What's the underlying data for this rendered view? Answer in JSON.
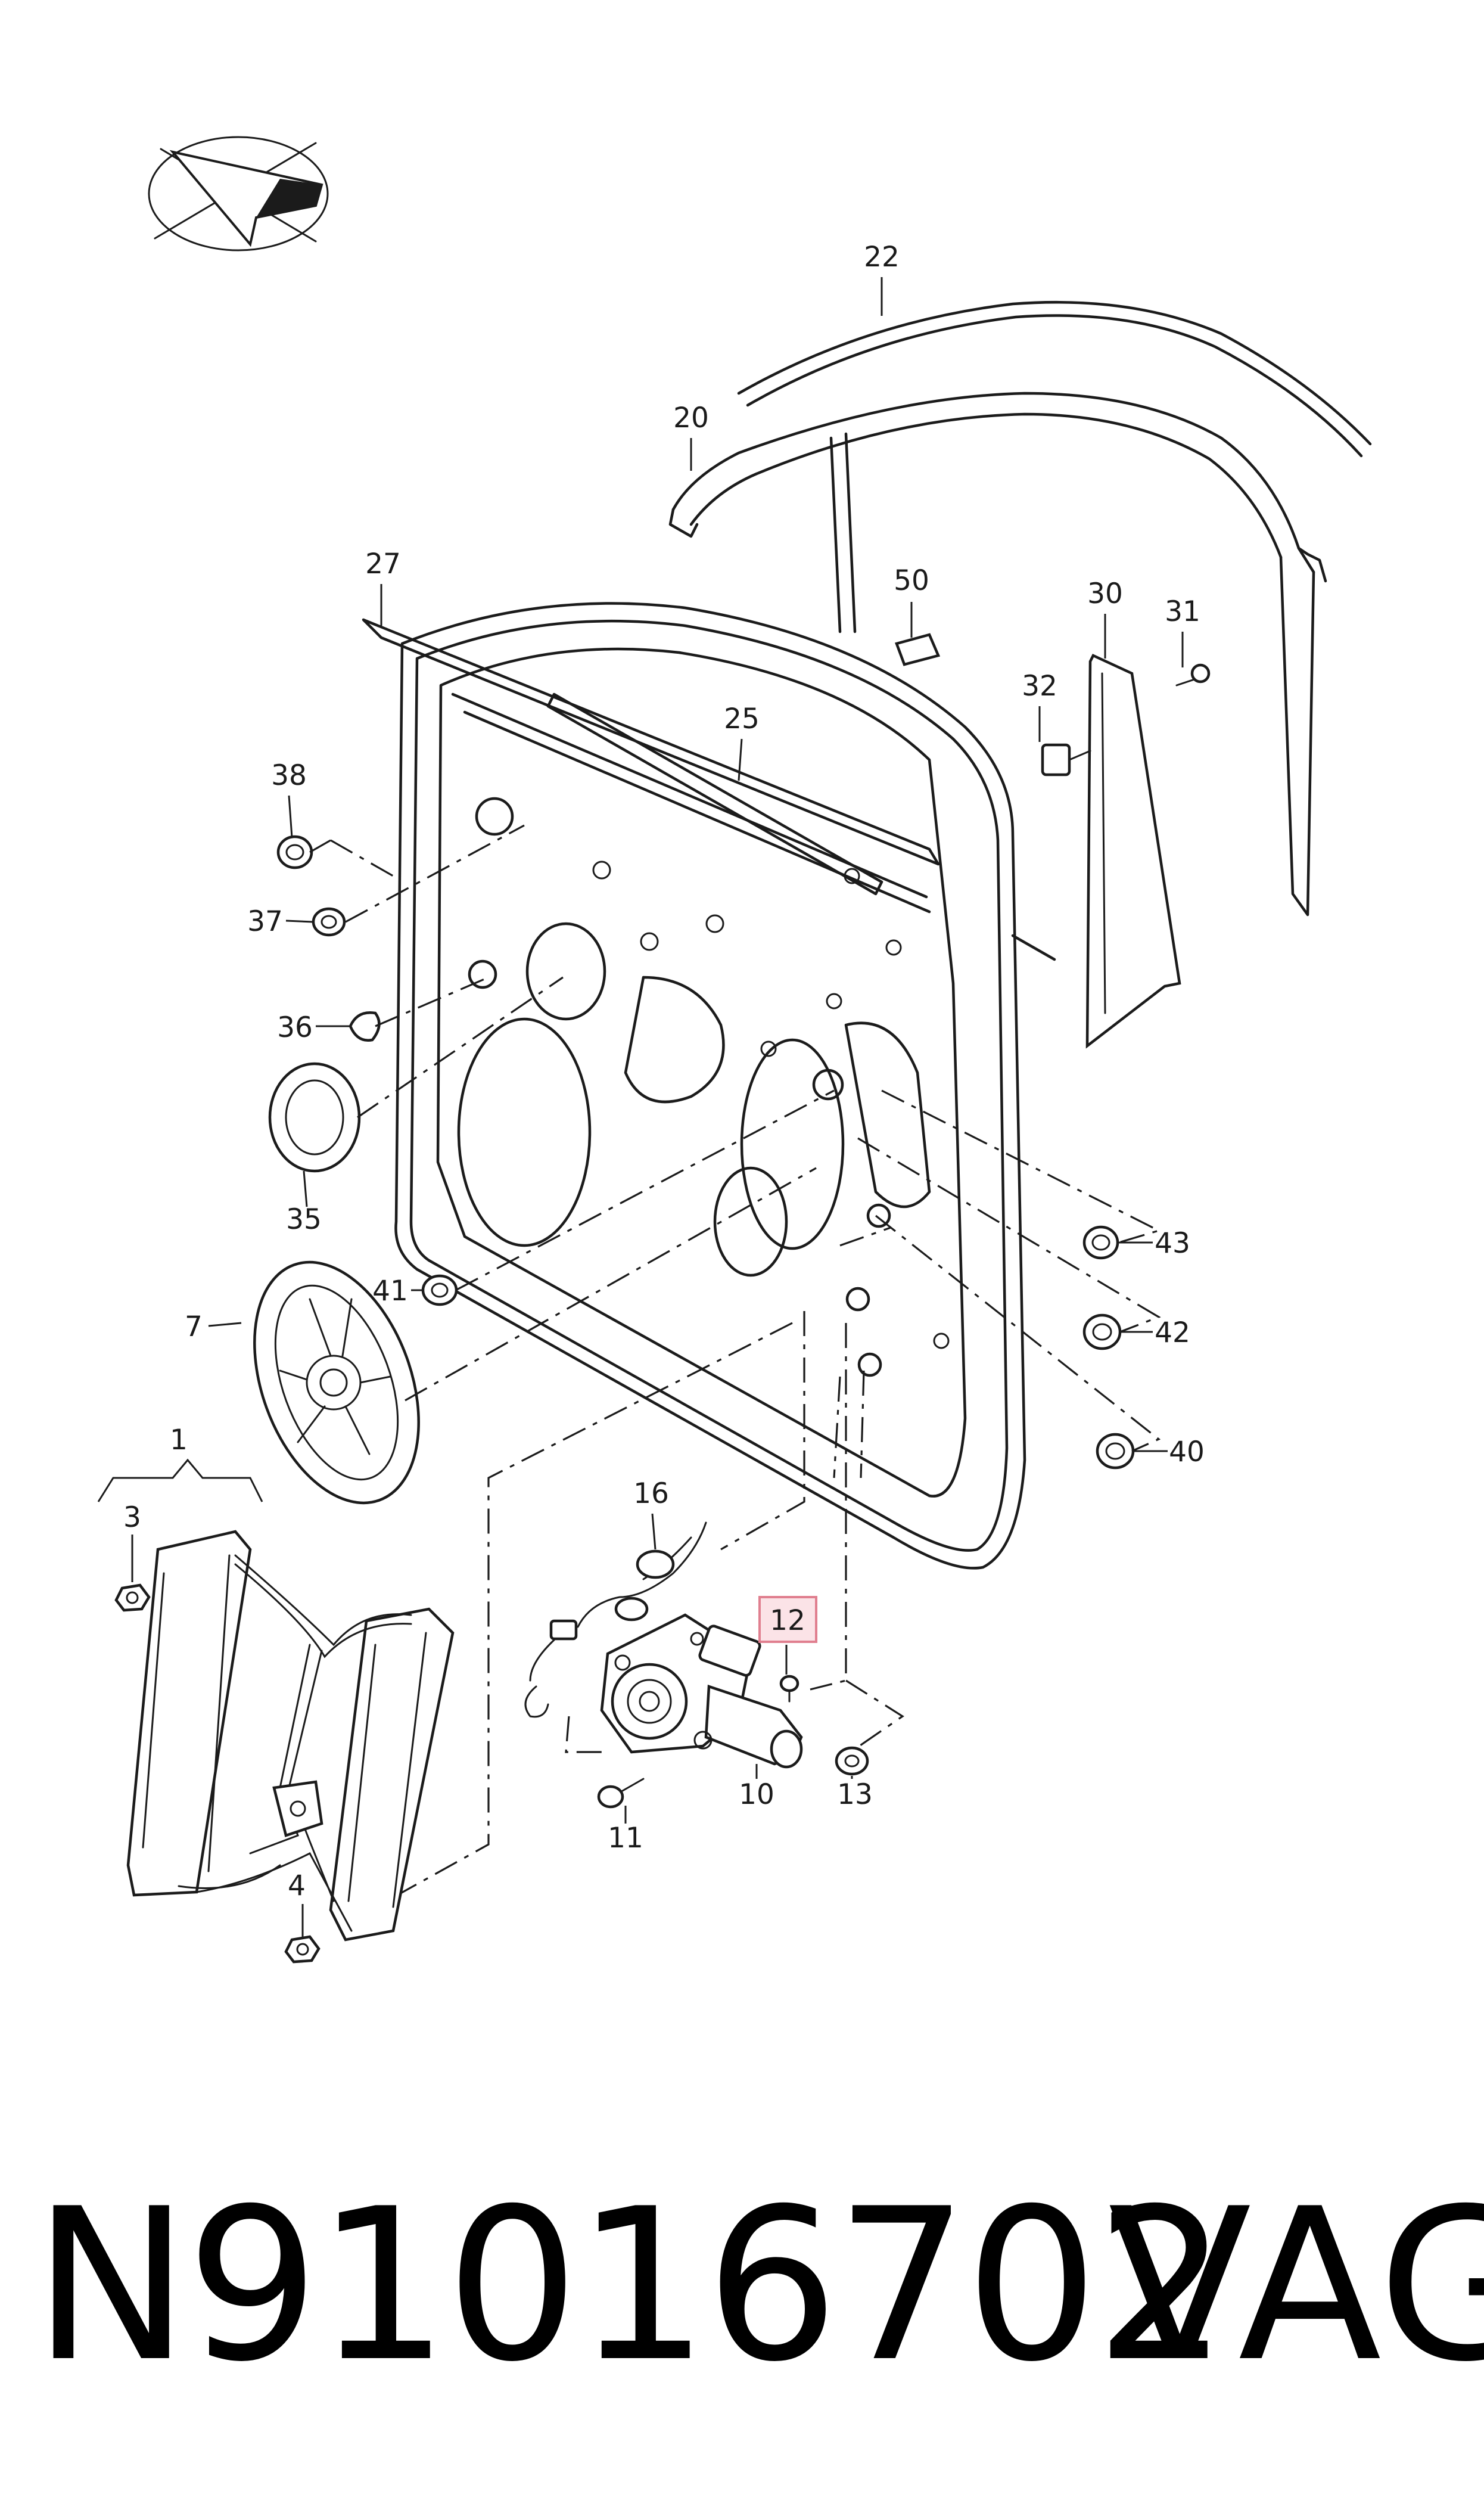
{
  "diagram": {
    "callouts": [
      {
        "id": "22",
        "text": "22"
      },
      {
        "id": "20",
        "text": "20"
      },
      {
        "id": "27",
        "text": "27"
      },
      {
        "id": "50",
        "text": "50"
      },
      {
        "id": "30",
        "text": "30"
      },
      {
        "id": "31",
        "text": "31"
      },
      {
        "id": "32",
        "text": "32"
      },
      {
        "id": "25",
        "text": "25"
      },
      {
        "id": "38",
        "text": "38"
      },
      {
        "id": "37",
        "text": "37"
      },
      {
        "id": "36",
        "text": "36"
      },
      {
        "id": "35",
        "text": "35"
      },
      {
        "id": "43",
        "text": "43"
      },
      {
        "id": "42",
        "text": "42"
      },
      {
        "id": "41",
        "text": "41"
      },
      {
        "id": "40",
        "text": "40"
      },
      {
        "id": "7",
        "text": "7"
      },
      {
        "id": "1",
        "text": "1"
      },
      {
        "id": "3",
        "text": "3"
      },
      {
        "id": "16",
        "text": "16"
      },
      {
        "id": "12",
        "text": "12"
      },
      {
        "id": "10",
        "text": "10"
      },
      {
        "id": "13",
        "text": "13"
      },
      {
        "id": "11",
        "text": "11"
      },
      {
        "id": "4",
        "text": "4"
      }
    ],
    "highlighted": "12",
    "highlight_color": "#fbe3e7"
  },
  "footer": {
    "part_number": "N91016702",
    "brand": "VAG"
  },
  "logo": {
    "icon": "direction-arrow-icon"
  }
}
